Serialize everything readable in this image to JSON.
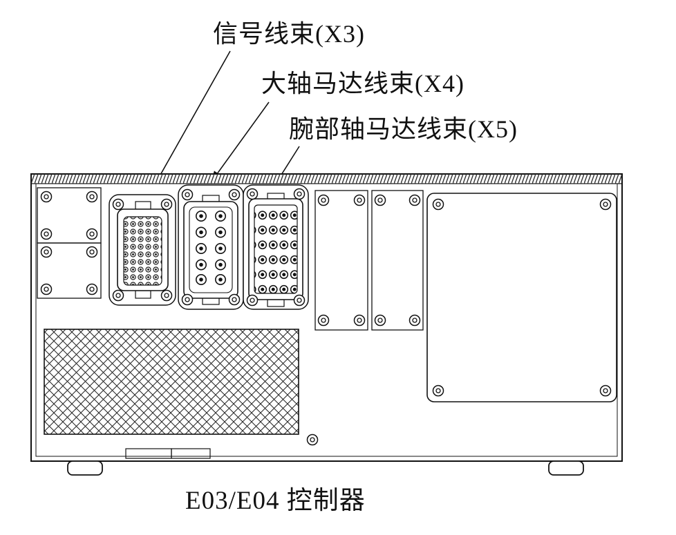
{
  "colors": {
    "ink": "#111111",
    "background": "#ffffff"
  },
  "diagram": {
    "callouts": [
      {
        "text": "信号线束(X3)"
      },
      {
        "text": "大轴马达线束(X4)"
      },
      {
        "text": "腕部轴马达线束(X5)"
      }
    ],
    "caption": "E03/E04 控制器"
  }
}
